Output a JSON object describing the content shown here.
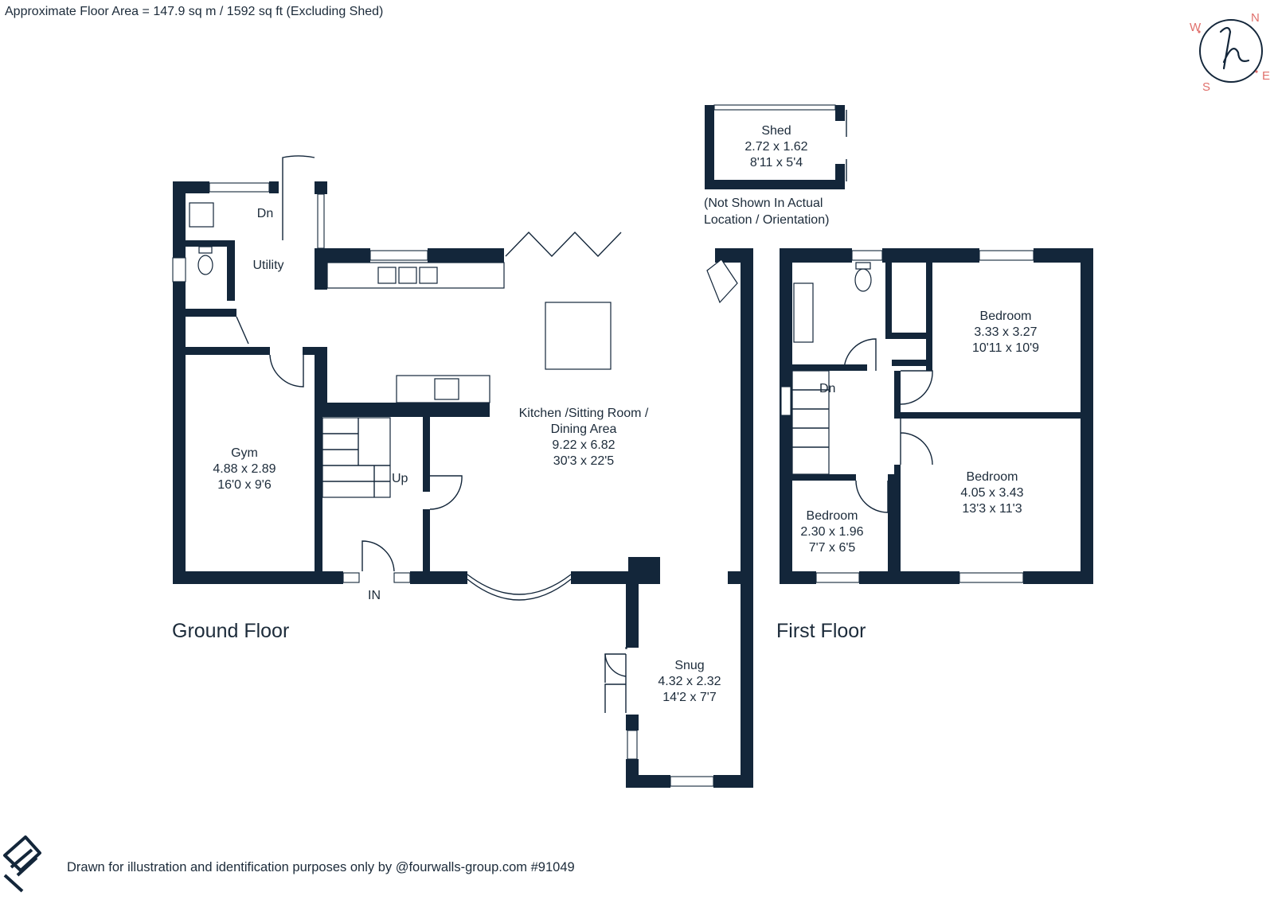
{
  "header": {
    "floor_area": "Approximate Floor Area = 147.9 sq m / 1592 sq ft (Excluding Shed)"
  },
  "compass": {
    "n": "N",
    "e": "E",
    "s": "S",
    "w": "W"
  },
  "ground_floor": {
    "title": "Ground Floor",
    "utility": "Utility",
    "dn": "Dn",
    "up": "Up",
    "entrance": "IN",
    "gym": {
      "name": "Gym",
      "metric": "4.88 x 2.89",
      "imperial": "16'0 x 9'6"
    },
    "kitchen": {
      "name1": "Kitchen /Sitting Room /",
      "name2": "Dining Area",
      "metric": "9.22 x 6.82",
      "imperial": "30'3 x 22'5"
    },
    "snug": {
      "name": "Snug",
      "metric": "4.32 x 2.32",
      "imperial": "14'2 x 7'7"
    }
  },
  "shed": {
    "name": "Shed",
    "metric": "2.72 x 1.62",
    "imperial": "8'11 x 5'4",
    "note1": "(Not Shown In Actual",
    "note2": "Location / Orientation)"
  },
  "first_floor": {
    "title": "First Floor",
    "dn": "Dn",
    "bedroom_a": {
      "name": "Bedroom",
      "metric": "3.33 x 3.27",
      "imperial": "10'11 x 10'9"
    },
    "bedroom_b": {
      "name": "Bedroom",
      "metric": "4.05 x 3.43",
      "imperial": "13'3 x 11'3"
    },
    "bedroom_c": {
      "name": "Bedroom",
      "metric": "2.30 x 1.96",
      "imperial": "7'7 x 6'5"
    }
  },
  "footer": {
    "disclaimer": "Drawn for illustration and identification purposes only by @fourwalls-group.com #91049"
  },
  "colors": {
    "wall": "#13263a",
    "compass": "#e0706c",
    "text": "#1c2b3a"
  },
  "icons": [
    "compass-logo-icon",
    "fourwalls-logo-icon"
  ]
}
